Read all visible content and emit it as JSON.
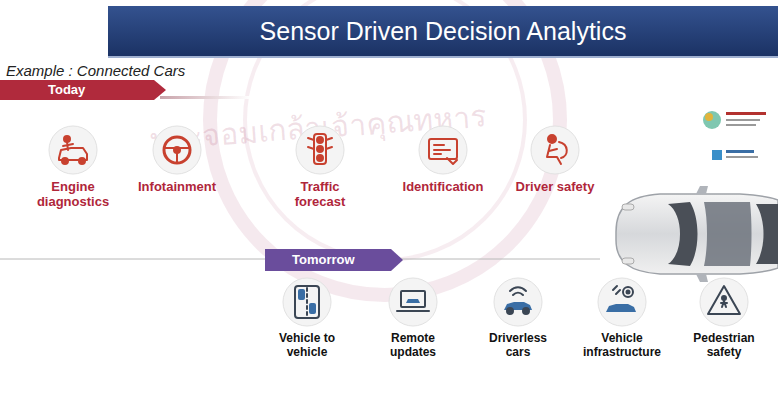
{
  "diagram": {
    "title": "Sensor Driven Decision Analytics",
    "nodes": [
      {
        "text": [
          "Today"
        ]
      },
      {
        "text": [
          "Engine diagnostics"
        ]
      },
      {
        "text": [
          "Infotainment"
        ]
      },
      {
        "text": [
          "Traffic forecast"
        ]
      },
      {
        "text": [
          "Identification"
        ]
      },
      {
        "text": [
          "Driver safety"
        ]
      },
      {
        "text": [
          "Tomorrow"
        ]
      },
      {
        "text": [
          "Vehicle to vehicle"
        ]
      },
      {
        "text": [
          "Remote updates"
        ]
      },
      {
        "text": [
          "Driverless cars"
        ]
      },
      {
        "text": [
          "Vehicle infrastructure"
        ]
      },
      {
        "text": [
          "Pedestrian safety"
        ]
      }
    ],
    "labels": [
      "Example : Connected Cars",
      "พระจอมเกล้าเจ้าคุณทหาร"
    ]
  }
}
